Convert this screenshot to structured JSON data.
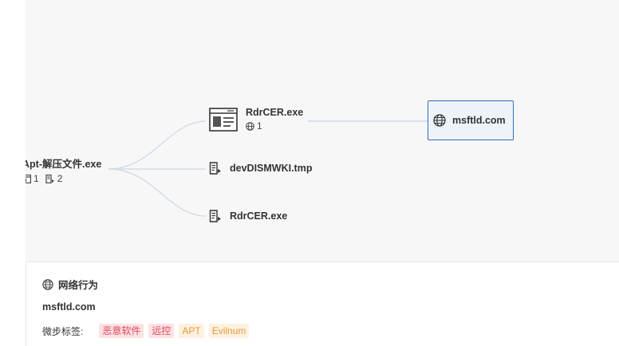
{
  "graph": {
    "root": {
      "label": "Apt-解压文件.exe",
      "process_count": "1",
      "file_count": "2"
    },
    "exe": {
      "label": "RdrCER.exe",
      "network_count": "1"
    },
    "file1": {
      "label": "devDISMWKI.tmp"
    },
    "file2": {
      "label": "RdrCER.exe"
    },
    "domain": {
      "label": "msftld.com"
    }
  },
  "panel": {
    "title": "网络行为",
    "domain": "msftld.com",
    "tag_label": "微步标签:",
    "tags": [
      "恶意软件",
      "远控",
      "APT",
      "Evilnum"
    ]
  },
  "colors": {
    "danger_bg": "#fde2e4",
    "danger_text": "#e0475b",
    "warn_bg": "#fdf1e1",
    "warn_text": "#e89a3c",
    "selected_border": "#2f6fb5"
  },
  "icons": [
    "globe-icon",
    "window-process-icon",
    "file-arrow-icon"
  ]
}
